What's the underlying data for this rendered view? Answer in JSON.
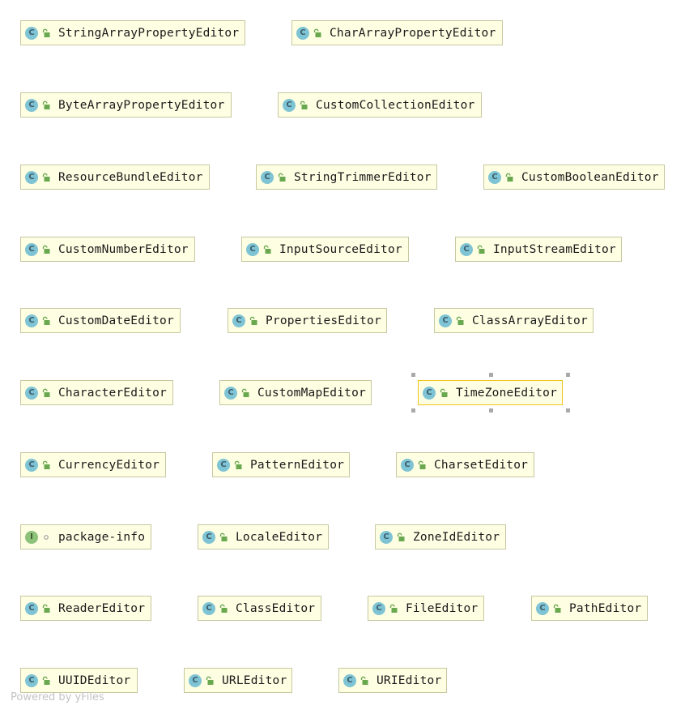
{
  "nodes": [
    {
      "label": "StringArrayPropertyEditor",
      "kind": "class",
      "icon": "class-icon",
      "visibility": "public"
    },
    {
      "label": "CharArrayPropertyEditor",
      "kind": "class",
      "icon": "class-icon",
      "visibility": "public"
    },
    {
      "label": "ByteArrayPropertyEditor",
      "kind": "class",
      "icon": "class-icon",
      "visibility": "public"
    },
    {
      "label": "CustomCollectionEditor",
      "kind": "class",
      "icon": "class-icon",
      "visibility": "public"
    },
    {
      "label": "ResourceBundleEditor",
      "kind": "class",
      "icon": "class-icon",
      "visibility": "public"
    },
    {
      "label": "StringTrimmerEditor",
      "kind": "class",
      "icon": "class-icon",
      "visibility": "public"
    },
    {
      "label": "CustomBooleanEditor",
      "kind": "class",
      "icon": "class-icon",
      "visibility": "public"
    },
    {
      "label": "CustomNumberEditor",
      "kind": "class",
      "icon": "class-icon",
      "visibility": "public"
    },
    {
      "label": "InputSourceEditor",
      "kind": "class",
      "icon": "class-icon",
      "visibility": "public"
    },
    {
      "label": "InputStreamEditor",
      "kind": "class",
      "icon": "class-icon",
      "visibility": "public"
    },
    {
      "label": "CustomDateEditor",
      "kind": "class",
      "icon": "class-icon",
      "visibility": "public"
    },
    {
      "label": "PropertiesEditor",
      "kind": "class",
      "icon": "class-icon",
      "visibility": "public"
    },
    {
      "label": "ClassArrayEditor",
      "kind": "class",
      "icon": "class-icon",
      "visibility": "public"
    },
    {
      "label": "CharacterEditor",
      "kind": "class",
      "icon": "class-icon",
      "visibility": "public"
    },
    {
      "label": "CustomMapEditor",
      "kind": "class",
      "icon": "class-icon",
      "visibility": "public"
    },
    {
      "label": "TimeZoneEditor",
      "kind": "class",
      "icon": "class-icon",
      "visibility": "public",
      "selected": true
    },
    {
      "label": "CurrencyEditor",
      "kind": "class",
      "icon": "class-icon",
      "visibility": "public"
    },
    {
      "label": "PatternEditor",
      "kind": "class",
      "icon": "class-icon",
      "visibility": "public"
    },
    {
      "label": "CharsetEditor",
      "kind": "class",
      "icon": "class-icon",
      "visibility": "public"
    },
    {
      "label": "package-info",
      "kind": "interface",
      "icon": "interface-icon",
      "visibility": "package"
    },
    {
      "label": "LocaleEditor",
      "kind": "class",
      "icon": "class-icon",
      "visibility": "public"
    },
    {
      "label": "ZoneIdEditor",
      "kind": "class",
      "icon": "class-icon",
      "visibility": "public"
    },
    {
      "label": "ReaderEditor",
      "kind": "class",
      "icon": "class-icon",
      "visibility": "public"
    },
    {
      "label": "ClassEditor",
      "kind": "class",
      "icon": "class-icon",
      "visibility": "public"
    },
    {
      "label": "FileEditor",
      "kind": "class",
      "icon": "class-icon",
      "visibility": "public"
    },
    {
      "label": "PathEditor",
      "kind": "class",
      "icon": "class-icon",
      "visibility": "public"
    },
    {
      "label": "UUIDEditor",
      "kind": "class",
      "icon": "class-icon",
      "visibility": "public"
    },
    {
      "label": "URLEditor",
      "kind": "class",
      "icon": "class-icon",
      "visibility": "public"
    },
    {
      "label": "URIEditor",
      "kind": "class",
      "icon": "class-icon",
      "visibility": "public"
    }
  ],
  "icon_letters": {
    "class": "C",
    "interface": "I"
  },
  "colors": {
    "node_fill": "#fefee3",
    "node_border": "#c7c7a0",
    "selected_border": "#f0c419",
    "class_icon": "#7fc4d4",
    "interface_icon": "#8cc27a",
    "lock_icon": "#6aa84f"
  },
  "watermark": "Powered by yFiles"
}
